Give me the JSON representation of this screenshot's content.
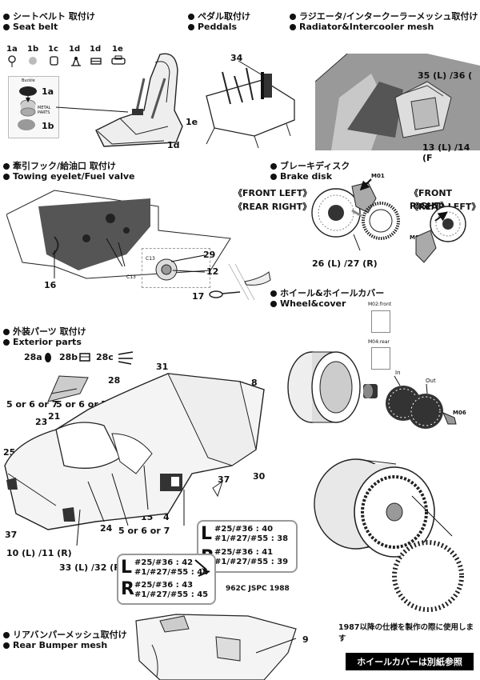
{
  "seatbelt": {
    "title_jp": "シートベルト 取付け",
    "title_en": "Seat belt",
    "parts": [
      "1a",
      "1b",
      "1c",
      "1d",
      "1d",
      "1e"
    ],
    "inset_buckle": "Buckle",
    "inset_metal": "METAL PARTS",
    "callout_1a": "1a",
    "callout_1b": "1b",
    "callout_1d": "1d",
    "callout_1e": "1e"
  },
  "pedals": {
    "title_jp": "ペダル取付け",
    "title_en": "Peddals",
    "callout": "34"
  },
  "radiator": {
    "title_jp": "ラジエータ/インタークーラーメッシュ取付け",
    "title_en": "Radiator&Intercooler mesh",
    "callout_top": "35 (L) /36 (",
    "callout_bottom": "13 (L) /14 (F"
  },
  "towing": {
    "title_jp": "牽引フック/給油口 取付け",
    "title_en": "Towing eyelet/Fuel valve",
    "callout_16": "16",
    "callout_29": "29",
    "callout_12": "12",
    "callout_17": "17",
    "c13a": "C13",
    "c13b": "C13"
  },
  "brake": {
    "title_jp": "ブレーキディスク",
    "title_en": "Brake disk",
    "front_left": "《FRONT LEFT》",
    "rear_right": "《REAR RIGHT》",
    "front_right": "《FRONT RIGHT》",
    "rear_left": "《REAR LEFT》",
    "m01a": "M01",
    "m01b": "M01",
    "callout": "26 (L) /27 (R)"
  },
  "wheel": {
    "title_jp": "ホイール&ホイールカバー",
    "title_en": "Wheel&cover",
    "m02": "M02:front",
    "m04": "M04:rear",
    "in": "In",
    "out": "Out",
    "m06": "M06",
    "note": "1987以降の仕様を製作の際に使用します",
    "cover_bar": "ホイールカバーは別紙参照"
  },
  "exterior": {
    "title_jp": "外装パーツ 取付け",
    "title_en": "Exterior parts",
    "p28a": "28a",
    "p28b": "28b",
    "p28c": "28c",
    "c31": "31",
    "c8": "8",
    "c28": "28",
    "c5or6or7a": "5 or 6 or 7",
    "c5or6or7b": "5 or 6 or 7",
    "c5or6or7c": "5 or 6 or 7",
    "c23": "23",
    "c21": "21",
    "c25": "25",
    "c30": "30",
    "c37a": "37",
    "c37b": "37",
    "c15": "15",
    "c4": "4",
    "c24": "24",
    "c10": "10 (L) /11 (R)",
    "c33": "33 (L) /32 (R",
    "decal_right_1": "#25/#36 : 40",
    "decal_right_2": "#1/#27/#55 : 38",
    "decal_right_3": "#25/#36 : 41",
    "decal_right_4": "#1/#27/#55 : 39",
    "decal_left_1": "#25/#36 : 42",
    "decal_left_2": "#1/#27/#55 : 44",
    "decal_left_3": "#25/#36 : 43",
    "decal_left_4": "#1/#27/#55 : 45",
    "L": "L",
    "R": "R",
    "caption": "962C JSPC 1988"
  },
  "rearbumper": {
    "title_jp": "リアバンパーメッシュ取付け",
    "title_en": "Rear Bumper mesh",
    "c9": "9"
  }
}
